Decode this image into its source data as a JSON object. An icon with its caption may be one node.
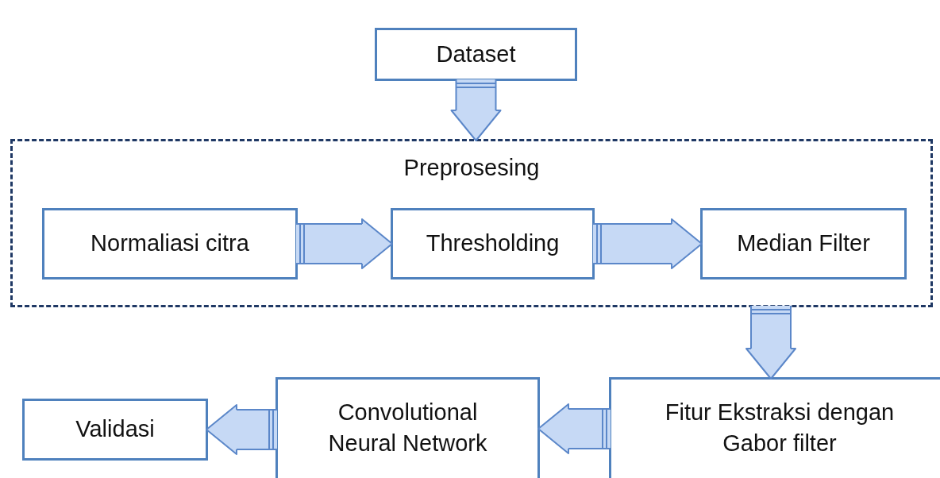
{
  "diagram": {
    "nodes": [
      {
        "text": [
          "Dataset"
        ]
      },
      {
        "text": [
          "Preprosesing"
        ]
      },
      {
        "text": [
          "Normaliasi citra"
        ],
        "in": 1
      },
      {
        "text": [
          "Thresholding"
        ],
        "in": 1
      },
      {
        "text": [
          "Median Filter"
        ],
        "in": 1
      },
      {
        "text": [
          "Fitur Ekstraksi dengan Gabor filter"
        ]
      },
      {
        "text": [
          "Convolutional Neural Network"
        ]
      },
      {
        "text": [
          "Validasi"
        ]
      }
    ],
    "edges": [
      {
        "from": 0,
        "to": 1,
        "arrow": "to"
      },
      {
        "from": 2,
        "to": 3,
        "arrow": "to"
      },
      {
        "from": 3,
        "to": 4,
        "arrow": "to"
      },
      {
        "from": 1,
        "to": 5,
        "arrow": "to"
      },
      {
        "from": 5,
        "to": 6,
        "arrow": "to"
      },
      {
        "from": 6,
        "to": 7,
        "arrow": "to"
      }
    ]
  }
}
